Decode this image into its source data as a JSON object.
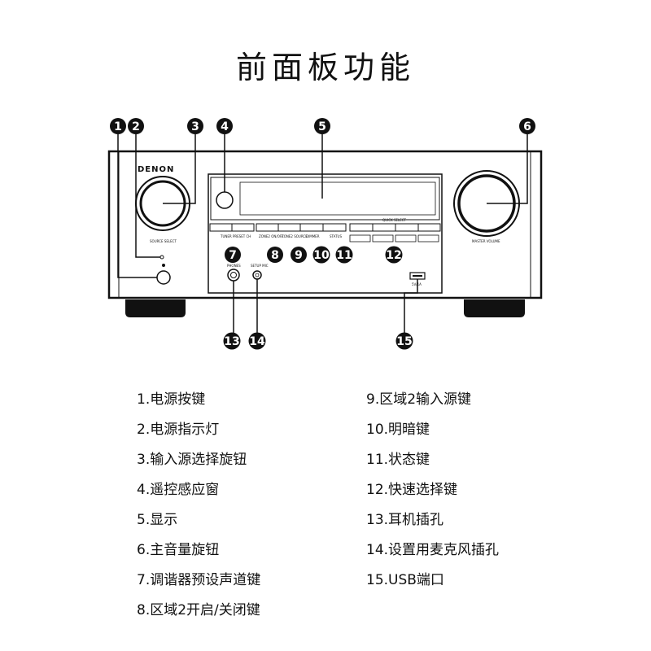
{
  "title": "前面板功能",
  "panel": {
    "brand": "DENON",
    "labels": {
      "source_select": "SOURCE SELECT",
      "master_volume": "MASTER VOLUME",
      "quick_select": "QUICK SELECT",
      "phones": "PHONES",
      "setup_mic": "SETUP MIC",
      "tuner_preset": "TUNER PRESET CH",
      "zone2_onoff": "ZONE2 ON/OFF",
      "zone2_source": "ZONE2 SOURCE",
      "dimmer": "DIMMER",
      "status": "STATUS",
      "usb_port": "5V/1A"
    },
    "badges": [
      "1",
      "2",
      "3",
      "4",
      "5",
      "6",
      "7",
      "8",
      "9",
      "10",
      "11",
      "12",
      "13",
      "14",
      "15"
    ]
  },
  "legend_left": [
    "1.电源按键",
    "2.电源指示灯",
    "3.输入源选择旋钮",
    "4.遥控感应窗",
    "5.显示",
    "6.主音量旋钮",
    "7.调谐器预设声道键",
    "8.区域2开启/关闭键"
  ],
  "legend_right": [
    "9.区域2输入源键",
    "10.明暗键",
    "11.状态键",
    "12.快速选择键",
    "13.耳机插孔",
    "14.设置用麦克风插孔",
    "15.USB端口"
  ]
}
